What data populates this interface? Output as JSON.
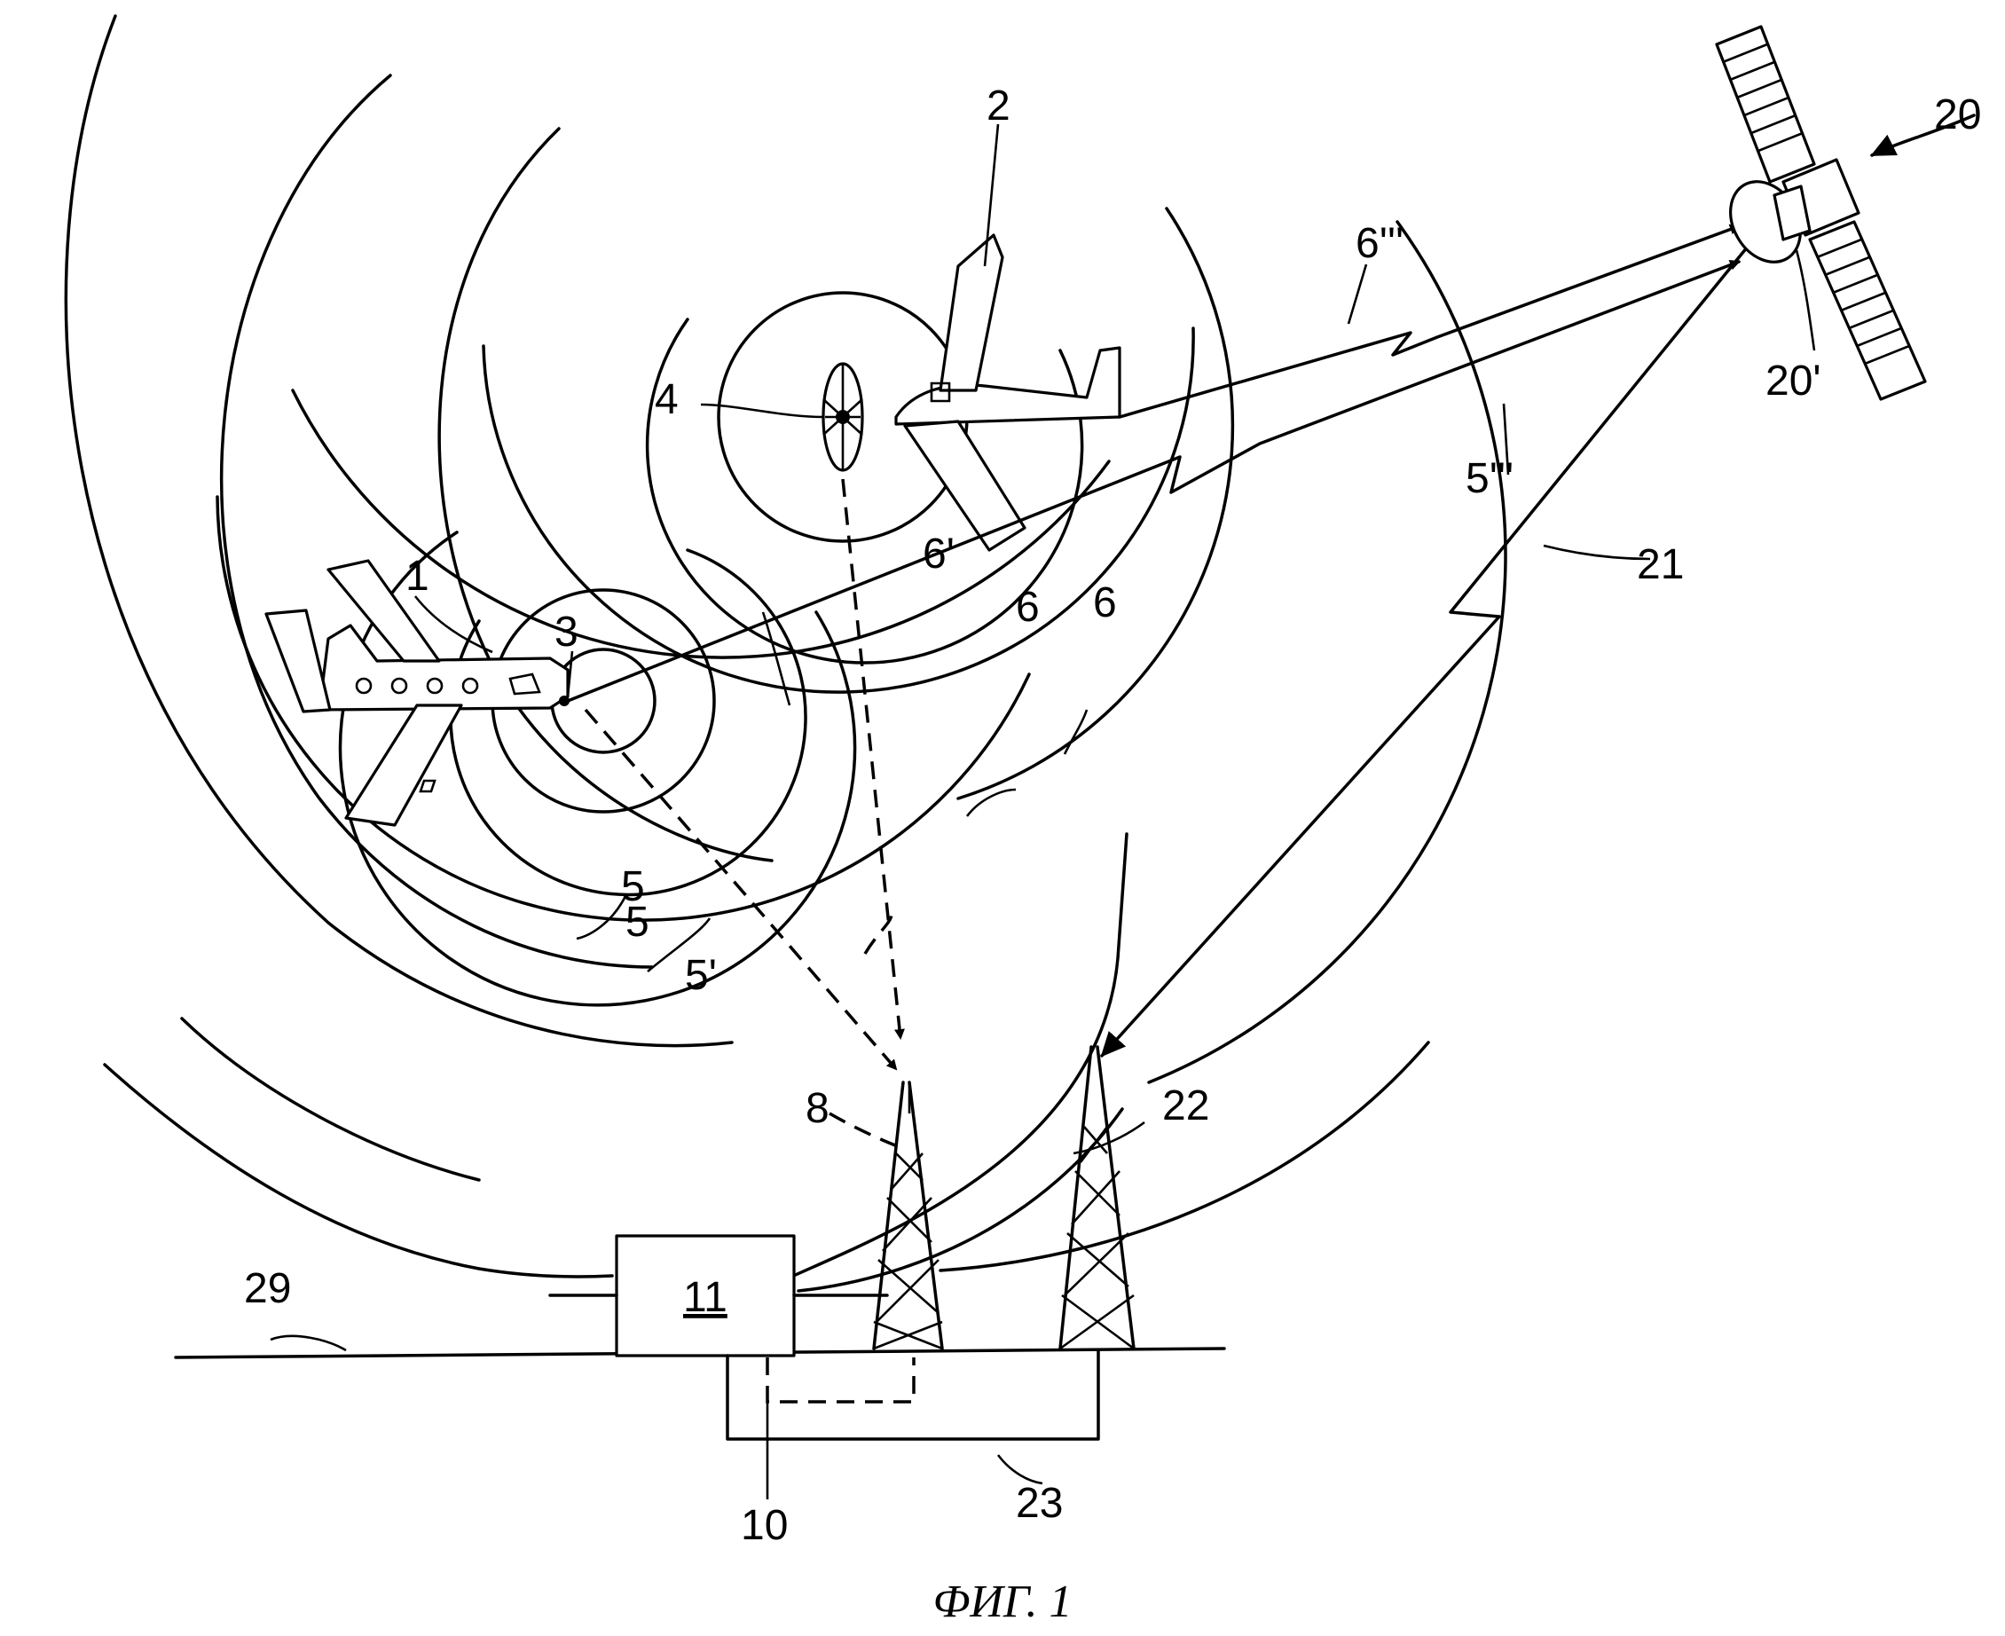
{
  "labels": {
    "aircraft_1": "1",
    "aircraft_2": "2",
    "transmitter_3": "3",
    "transmitter_4": "4",
    "wave_5": "5",
    "wave_5b": "5",
    "ray_5p": "5'",
    "ray_5ppp": "5'''",
    "wave_6": "6",
    "wave_6b": "6",
    "ray_6p": "6'",
    "ray_6ppp": "6'''",
    "station_8": "8",
    "line_10": "10",
    "box_11": "11",
    "satellite_20": "20",
    "antenna_20p": "20'",
    "link_21": "21",
    "tower_22": "22",
    "block_23": "23",
    "ground_29": "29"
  },
  "caption": "ФИГ. 1"
}
